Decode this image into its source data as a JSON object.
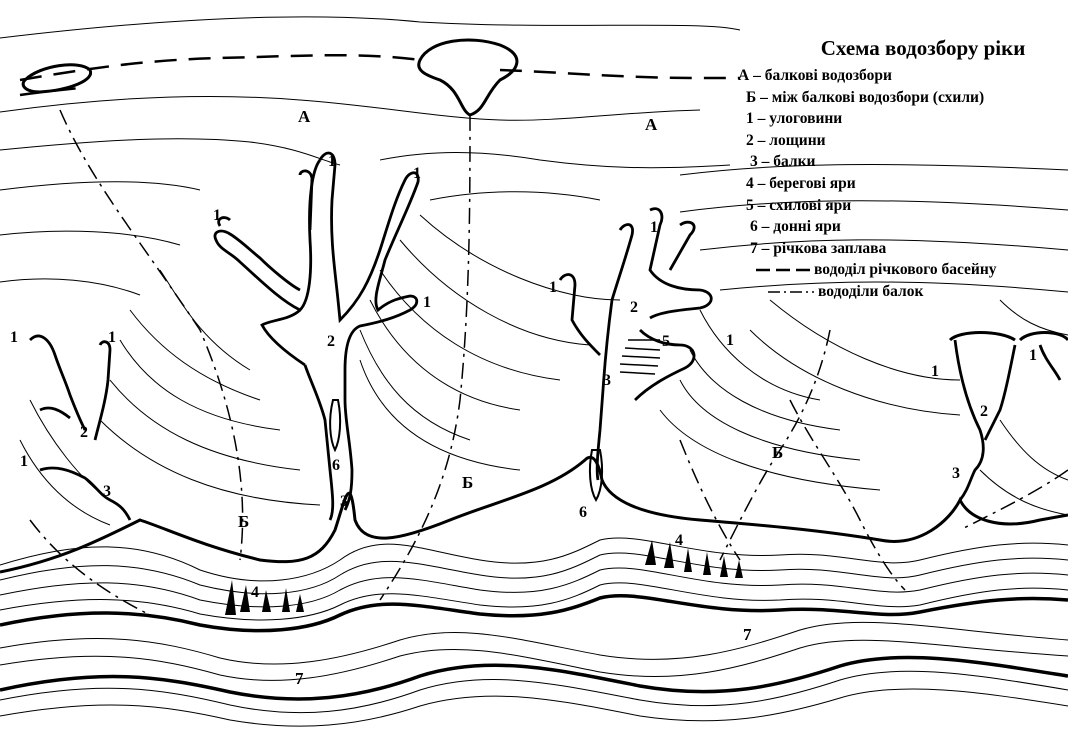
{
  "title": "Схема водозбору ріки",
  "legend": [
    {
      "text": "А – балкові водозбори"
    },
    {
      "text": "Б – між балкові водозбори (схили)"
    },
    {
      "text": "1 – улоговини"
    },
    {
      "text": "2 – лощини"
    },
    {
      "text": "3 – балки"
    },
    {
      "text": "4 – берегові яри"
    },
    {
      "text": "5 – схилові яри"
    },
    {
      "text": "6 – донні яри"
    },
    {
      "text": "7 – річкова заплава"
    },
    {
      "text": "вододіл річкового басейну",
      "symbol": "dashed"
    },
    {
      "text": "вододіли балок",
      "symbol": "dashdot"
    }
  ],
  "labels": {
    "A": "А",
    "B": "Б",
    "n1": "1",
    "n2": "2",
    "n3": "3",
    "n4": "4",
    "n5": "5",
    "n6": "6",
    "n7": "7"
  }
}
